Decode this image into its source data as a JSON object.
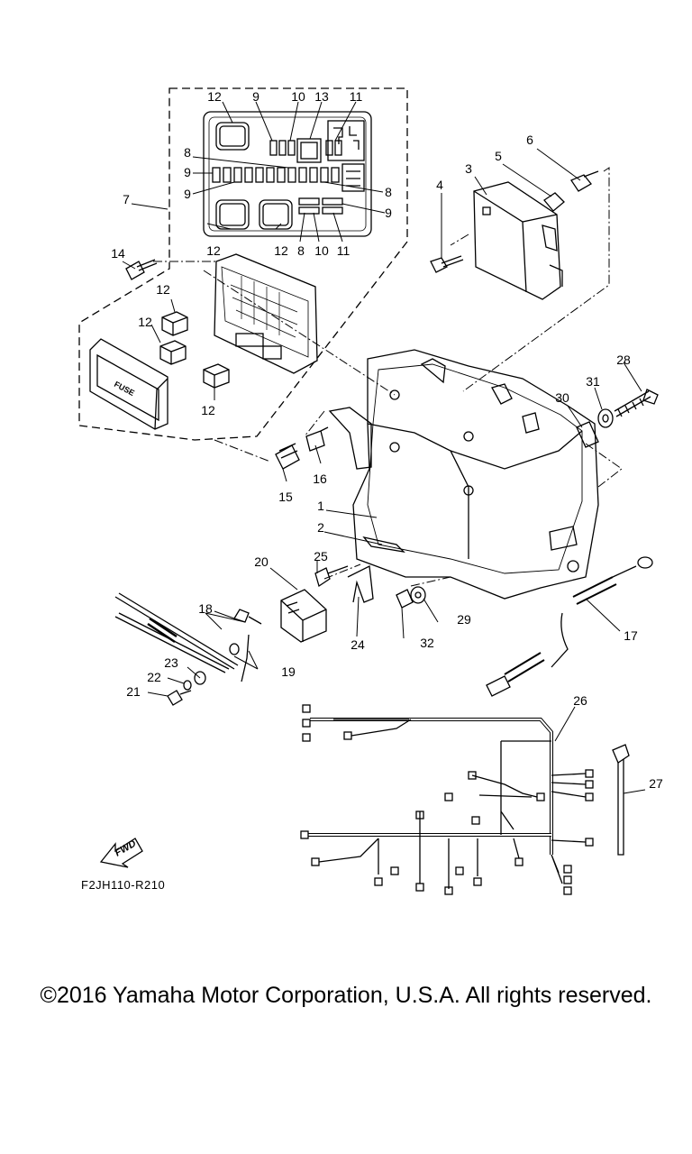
{
  "diagram": {
    "callouts": [
      {
        "id": "c12a",
        "text": "12"
      },
      {
        "id": "c9a",
        "text": "9"
      },
      {
        "id": "c10a",
        "text": "10"
      },
      {
        "id": "c13",
        "text": "13"
      },
      {
        "id": "c11a",
        "text": "11"
      },
      {
        "id": "c8a",
        "text": "8"
      },
      {
        "id": "c9b",
        "text": "9"
      },
      {
        "id": "c9c",
        "text": "9"
      },
      {
        "id": "c8b",
        "text": "8"
      },
      {
        "id": "c9d",
        "text": "9"
      },
      {
        "id": "c7",
        "text": "7"
      },
      {
        "id": "c12b",
        "text": "12"
      },
      {
        "id": "c12c",
        "text": "12"
      },
      {
        "id": "c8c",
        "text": "8"
      },
      {
        "id": "c10b",
        "text": "10"
      },
      {
        "id": "c11b",
        "text": "11"
      },
      {
        "id": "c14",
        "text": "14"
      },
      {
        "id": "c12d",
        "text": "12"
      },
      {
        "id": "c12e",
        "text": "12"
      },
      {
        "id": "c12f",
        "text": "12"
      },
      {
        "id": "c6",
        "text": "6"
      },
      {
        "id": "c5",
        "text": "5"
      },
      {
        "id": "c3",
        "text": "3"
      },
      {
        "id": "c4",
        "text": "4"
      },
      {
        "id": "c28",
        "text": "28"
      },
      {
        "id": "c31",
        "text": "31"
      },
      {
        "id": "c30",
        "text": "30"
      },
      {
        "id": "c16",
        "text": "16"
      },
      {
        "id": "c15",
        "text": "15"
      },
      {
        "id": "c1",
        "text": "1"
      },
      {
        "id": "c2",
        "text": "2"
      },
      {
        "id": "c20",
        "text": "20"
      },
      {
        "id": "c25",
        "text": "25"
      },
      {
        "id": "c18",
        "text": "18"
      },
      {
        "id": "c29",
        "text": "29"
      },
      {
        "id": "c24",
        "text": "24"
      },
      {
        "id": "c32",
        "text": "32"
      },
      {
        "id": "c17",
        "text": "17"
      },
      {
        "id": "c23",
        "text": "23"
      },
      {
        "id": "c19",
        "text": "19"
      },
      {
        "id": "c22",
        "text": "22"
      },
      {
        "id": "c21",
        "text": "21"
      },
      {
        "id": "c26",
        "text": "26"
      },
      {
        "id": "c27",
        "text": "27"
      }
    ],
    "fuse_label": "FUSE",
    "fwd_label": "FWD",
    "figure_code": "F2JH110-R210"
  },
  "footer": {
    "copyright": "©2016 Yamaha Motor Corporation, U.S.A. All rights reserved."
  }
}
